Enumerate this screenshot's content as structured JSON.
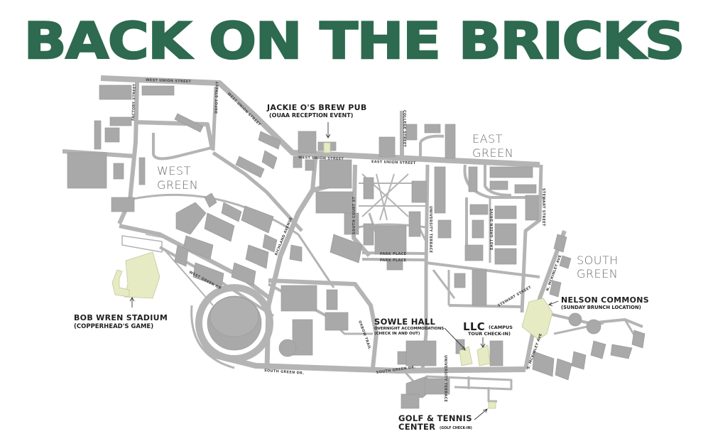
{
  "header": {
    "title": "BACK ON THE BRICKS"
  },
  "colors": {
    "title_green": "#2d6a4f",
    "road_gray": "#b4b4b4",
    "building_gray": "#a9a9a9",
    "highlight": "#e6ebc4",
    "label_text": "#1f1f1f"
  },
  "areas": [
    {
      "line1": "WEST",
      "line2": "GREEN"
    },
    {
      "line1": "EAST",
      "line2": "GREEN"
    },
    {
      "line1": "SOUTH",
      "line2": "GREEN"
    }
  ],
  "streets": {
    "west_union_top": "WEST UNION STREET",
    "west_union_diag": "WEST UNION STREET",
    "west_union_mid": "WEST UNION STREET",
    "east_union": "EAST UNION STREET",
    "factory": "FACTORY STREET",
    "depot": "DEPOT STREET",
    "college": "COLLEGE STREET",
    "south_court": "SOUTH COURT ST",
    "park_place_1": "PARK PLACE",
    "park_place_2": "PARK PLACE",
    "university_terrace": "UNIVERSITY TERRACE",
    "university_terrace_2": "UNIVERSITY TERRACE",
    "richland": "RICHLAND AVENUE",
    "west_green_dr": "WEST GREEN DR",
    "south_green_dr_1": "SOUTH GREEN DR.",
    "south_green_dr_2": "SOUTH GREEN DR.",
    "oxbow": "OXBOW TRAIL",
    "east_green_dr": "EAST GREEN DRIVE",
    "stewart": "STEWART STREET",
    "stewart_2": "STEWART STREET",
    "mckinley": "N. MCKINLEY AVE",
    "mckinley_2": "S. MCKINLEY AVE"
  },
  "locations": [
    {
      "name": "JACKIE O'S BREW PUB",
      "sub": "(OUAA RECEPTION EVENT)"
    },
    {
      "name": "BOB WREN STADIUM",
      "sub": "(COPPERHEAD'S GAME)"
    },
    {
      "name": "SOWLE HALL",
      "sub1": "OVERNIGHT ACCOMMODATIONS",
      "sub2": "(CHECK IN AND OUT)"
    },
    {
      "name": "LLC",
      "sub1": "(CAMPUS",
      "sub2": "TOUR CHECK-IN)"
    },
    {
      "name": "NELSON COMMONS",
      "sub": "(SUNDAY BRUNCH LOCATION)"
    },
    {
      "name1": "GOLF & TENNIS",
      "name2": "CENTER",
      "sub": "(GOLF CHECK-IN)"
    }
  ]
}
